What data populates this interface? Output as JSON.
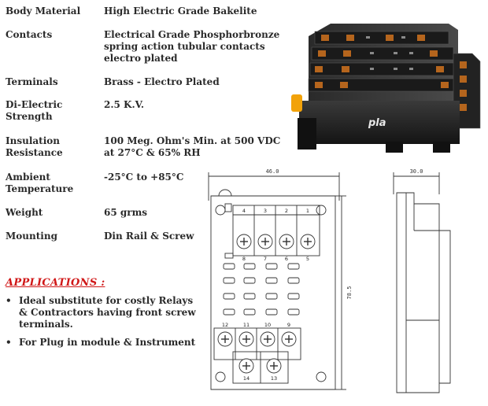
{
  "specs": [
    {
      "label": "Body Material",
      "value": "High Electric Grade Bakelite"
    },
    {
      "label": "Contacts",
      "value": "Electrical Grade Phosphorbronze spring action tubular contacts electro plated"
    },
    {
      "label": "Terminals",
      "value": "Brass - Electro Plated"
    },
    {
      "label": "Di-Electric Strength",
      "value": "2.5 K.V."
    },
    {
      "label": "Insulation Resistance",
      "value": "100 Meg. Ohm's Min. at 500 VDC at 27°C & 65% RH"
    },
    {
      "label": "Ambient Temperature",
      "value": "-25°C to +85°C"
    },
    {
      "label": "Weight",
      "value": "65 grms"
    },
    {
      "label": "Mounting",
      "value": "Din Rail & Screw"
    }
  ],
  "applications": {
    "heading": "APPLICATIONS :",
    "items": [
      "Ideal substitute for costly Relays & Contractors having front screw terminals.",
      "For Plug in module & Instrument"
    ]
  },
  "photo": {
    "brand": "pla"
  },
  "drawing": {
    "width_dim": "46.0",
    "height_dim": "78.5",
    "side_dim": "30.0",
    "top_terminals": [
      "4",
      "3",
      "2",
      "1"
    ],
    "upper_numbers": [
      "8",
      "7",
      "6",
      "5"
    ],
    "lower_numbers": [
      "12",
      "11",
      "10",
      "9"
    ],
    "bottom_terminals": [
      "14",
      "13"
    ]
  },
  "colors": {
    "heading_red": "#d01818",
    "text": "#2a2a2a",
    "line": "#333333"
  }
}
